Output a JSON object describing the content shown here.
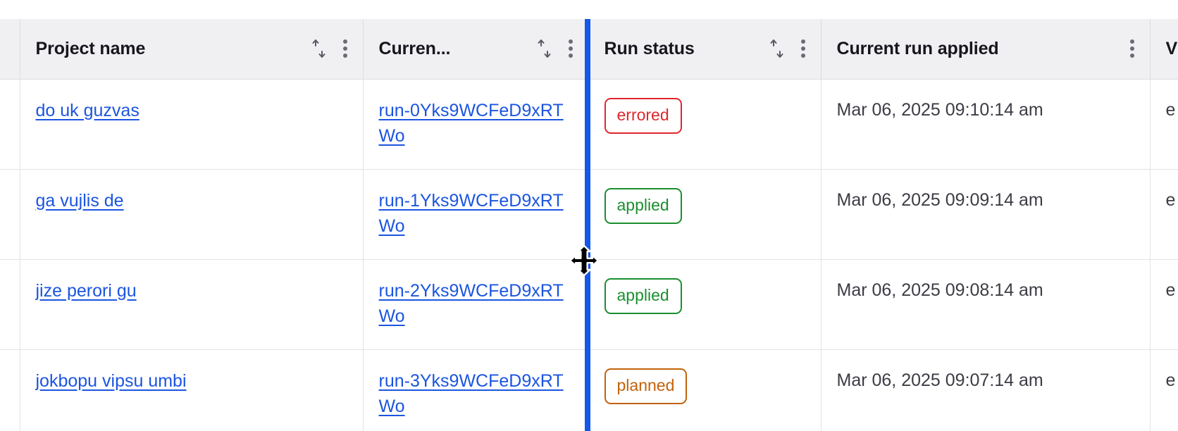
{
  "table": {
    "columns": [
      {
        "key": "gutter",
        "label": "",
        "sortable": false,
        "menu": false,
        "truncated": false
      },
      {
        "key": "project",
        "label": "Project name",
        "sortable": true,
        "menu": true,
        "truncated": false
      },
      {
        "key": "run",
        "label": "Curren...",
        "sortable": true,
        "menu": true,
        "truncated": true
      },
      {
        "key": "status",
        "label": "Run status",
        "sortable": true,
        "menu": true,
        "truncated": false
      },
      {
        "key": "applied",
        "label": "Current run applied",
        "sortable": false,
        "menu": true,
        "truncated": false
      },
      {
        "key": "extra",
        "label": "V",
        "sortable": false,
        "menu": false,
        "truncated": true
      }
    ],
    "rows": [
      {
        "project": "do uk guzvas",
        "run": "run-0Yks9WCFeD9xRTWo",
        "status": "errored",
        "status_variant": "errored",
        "applied": "Mar 06, 2025 09:10:14 am",
        "extra": "e"
      },
      {
        "project": "ga vujlis de",
        "run": "run-1Yks9WCFeD9xRTWo",
        "status": "applied",
        "status_variant": "applied",
        "applied": "Mar 06, 2025 09:09:14 am",
        "extra": "e"
      },
      {
        "project": "jize perori gu",
        "run": "run-2Yks9WCFeD9xRTWo",
        "status": "applied",
        "status_variant": "applied",
        "applied": "Mar 06, 2025 09:08:14 am",
        "extra": "e"
      },
      {
        "project": "jokbopu vipsu umbi",
        "run": "run-3Yks9WCFeD9xRTWo",
        "status": "planned",
        "status_variant": "planned",
        "applied": "Mar 06, 2025 09:07:14 am",
        "extra": "e"
      }
    ]
  },
  "interaction": {
    "column_resize_active": true,
    "resize_cursor": "col-resize",
    "resize_indicator_color": "#1557e8"
  },
  "icons": {
    "sort": "sort-ascending-descending-icon",
    "menu": "kebab-menu-icon",
    "cursor": "column-resize-cursor"
  },
  "colors": {
    "link": "#1b55e0",
    "header_bg": "#f0f0f3",
    "border": "#e3e3e8",
    "text": "#16161d",
    "status_errored": "#e0262c",
    "status_applied": "#1a8f2e",
    "status_planned": "#c2620b"
  }
}
